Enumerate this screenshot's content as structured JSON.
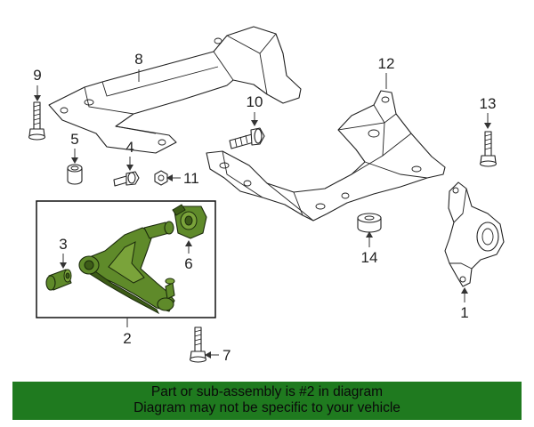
{
  "callouts": {
    "c1": "1",
    "c2": "2",
    "c3": "3",
    "c4": "4",
    "c5": "5",
    "c6": "6",
    "c7": "7",
    "c8": "8",
    "c9": "9",
    "c10": "10",
    "c11": "11",
    "c12": "12",
    "c13": "13",
    "c14": "14"
  },
  "banner": {
    "line1": "Part or sub-assembly is #2 in diagram",
    "line2": "Diagram may not be specific to your vehicle"
  },
  "colors": {
    "highlight_part": "#5f8a2a",
    "banner_bg": "#1f7a1f",
    "line": "#222222"
  }
}
